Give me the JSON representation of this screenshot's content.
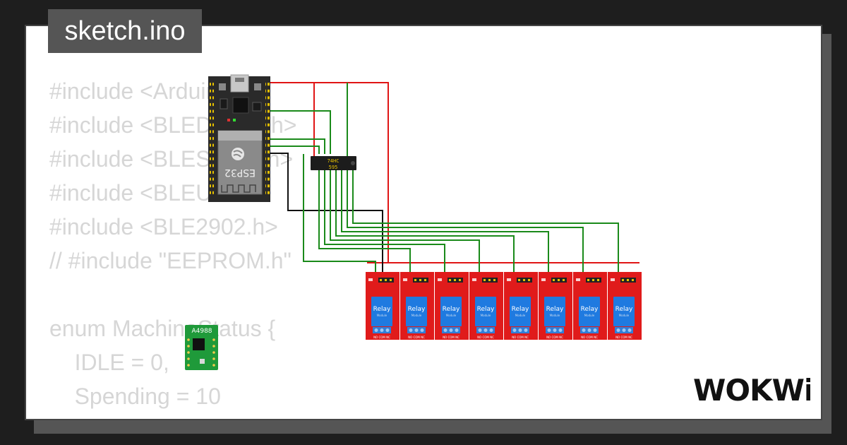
{
  "file_tab": {
    "label": "sketch.ino"
  },
  "code_lines": [
    "#include <Arduino.h>",
    "#include <BLEDevice.h>",
    "#include <BLEServer.h>",
    "#include <BLEUtils.h>",
    "#include <BLE2902.h>",
    "// #include \"EEPROM.h\"",
    "",
    "enum MachineStatus {",
    "    IDLE = 0,",
    "    Spending = 10",
    "};"
  ],
  "components": {
    "esp32": {
      "label": "ESP32"
    },
    "shift_register": {
      "label_line1": "74HC",
      "label_line2": "595"
    },
    "stepper_driver": {
      "label": "A4988"
    },
    "relay": {
      "label": "Relay",
      "sub_label": "Module",
      "terminal_label": "NO COM NC",
      "count": 8
    }
  },
  "brand": {
    "logo_text": "WOKWi"
  },
  "colors": {
    "background": "#1e1e1e",
    "card": "#ffffff",
    "tab": "#555555",
    "code_text": "#d6d6d6",
    "wire_green": "#1a8a1a",
    "wire_red": "#e01515",
    "wire_black": "#111111",
    "relay_board": "#e01b1b",
    "relay_coil": "#1f7ae0",
    "stepper_board": "#1f9a3a"
  }
}
